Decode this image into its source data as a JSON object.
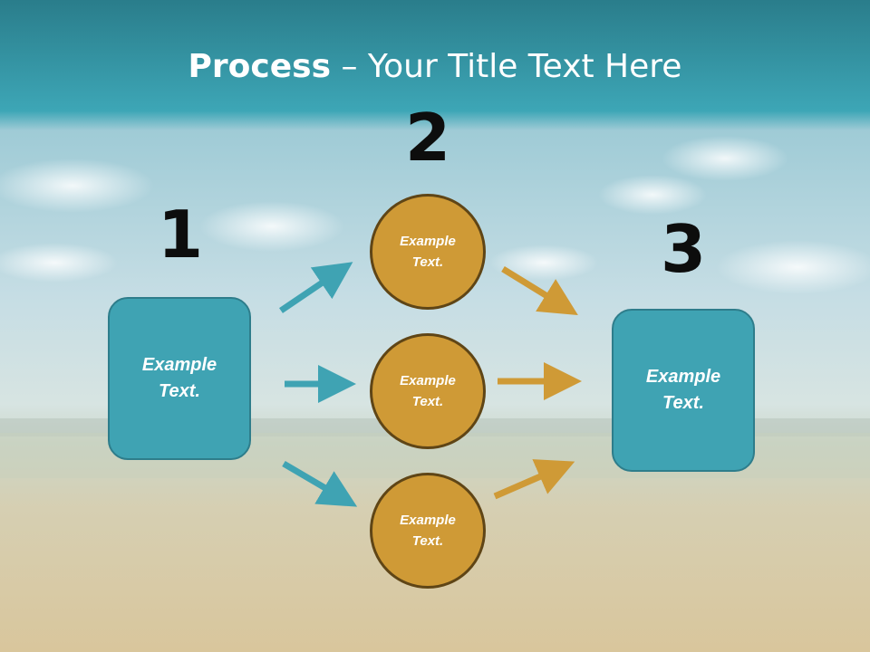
{
  "title": {
    "bold": "Process",
    "rest": " – Your Title Text Here"
  },
  "steps": [
    {
      "number": "1",
      "label_line1": "Example",
      "label_line2": "Text."
    },
    {
      "number": "2"
    },
    {
      "number": "3",
      "label_line1": "Example",
      "label_line2": "Text."
    }
  ],
  "circles": [
    {
      "line1": "Example",
      "line2": "Text."
    },
    {
      "line1": "Example",
      "line2": "Text."
    },
    {
      "line1": "Example",
      "line2": "Text."
    }
  ],
  "colors": {
    "teal": "#3fa3b3",
    "gold": "#cf9a36",
    "header": "#2f8c9c"
  }
}
